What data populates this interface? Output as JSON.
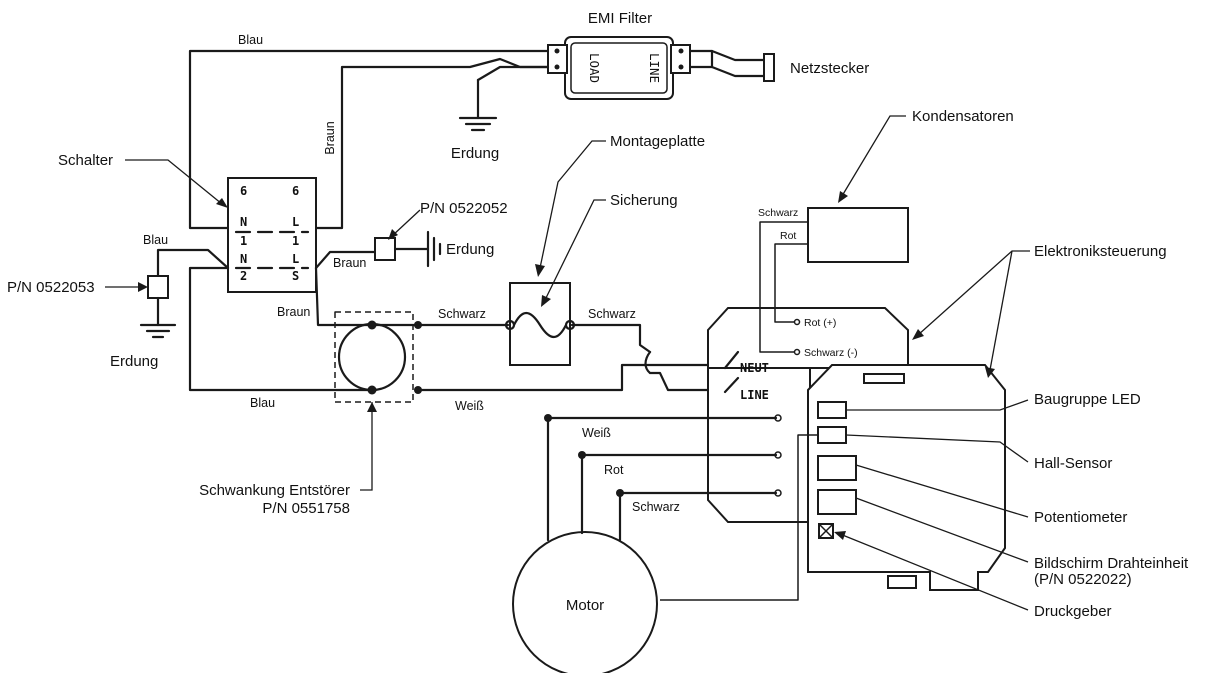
{
  "labels": {
    "emi_filter": "EMI Filter",
    "load": "LOAD",
    "line": "LINE",
    "netzstecker": "Netzstecker",
    "blau_top": "Blau",
    "braun_vertical": "Braun",
    "erdung_filter": "Erdung",
    "schalter": "Schalter",
    "pn_0522052": "P/N 0522052",
    "erdung_right": "Erdung",
    "braun_mid": "Braun",
    "blau_left": "Blau",
    "pn_0522053": "P/N 0522053",
    "erdung_left": "Erdung",
    "braun_low": "Braun",
    "blau_bottom": "Blau",
    "montageplatte": "Montageplatte",
    "sicherung": "Sicherung",
    "schwarz_left": "Schwarz",
    "schwarz_right": "Schwarz",
    "weiss_bottom": "Weiß",
    "schwankung_line1": "Schwankung Entstörer",
    "schwankung_line2": "P/N 0551758",
    "kondensatoren": "Kondensatoren",
    "schwarz_cap": "Schwarz",
    "rot_cap": "Rot",
    "rot_plus": "Rot (+)",
    "schwarz_minus": "Schwarz (-)",
    "neut": "NEUT",
    "line_term": "LINE",
    "elektroniksteuerung": "Elektroniksteuerung",
    "baugruppe_led": "Baugruppe LED",
    "hall_sensor": "Hall-Sensor",
    "potentiometer": "Potentiometer",
    "bildschirm_line1": "Bildschirm Drahteinheit",
    "bildschirm_line2": "(P/N 0522022)",
    "druckgeber": "Druckgeber",
    "weiss_motor": "Weiß",
    "rot_motor": "Rot",
    "schwarz_motor": "Schwarz",
    "motor": "Motor",
    "sw_tl": "6",
    "sw_tr": "6",
    "sw_m1": "N",
    "sw_m2": "L",
    "sw_m3": "1",
    "sw_m4": "1",
    "sw_b1": "N",
    "sw_b2": "L",
    "sw_b3": "2",
    "sw_b4": "S"
  }
}
